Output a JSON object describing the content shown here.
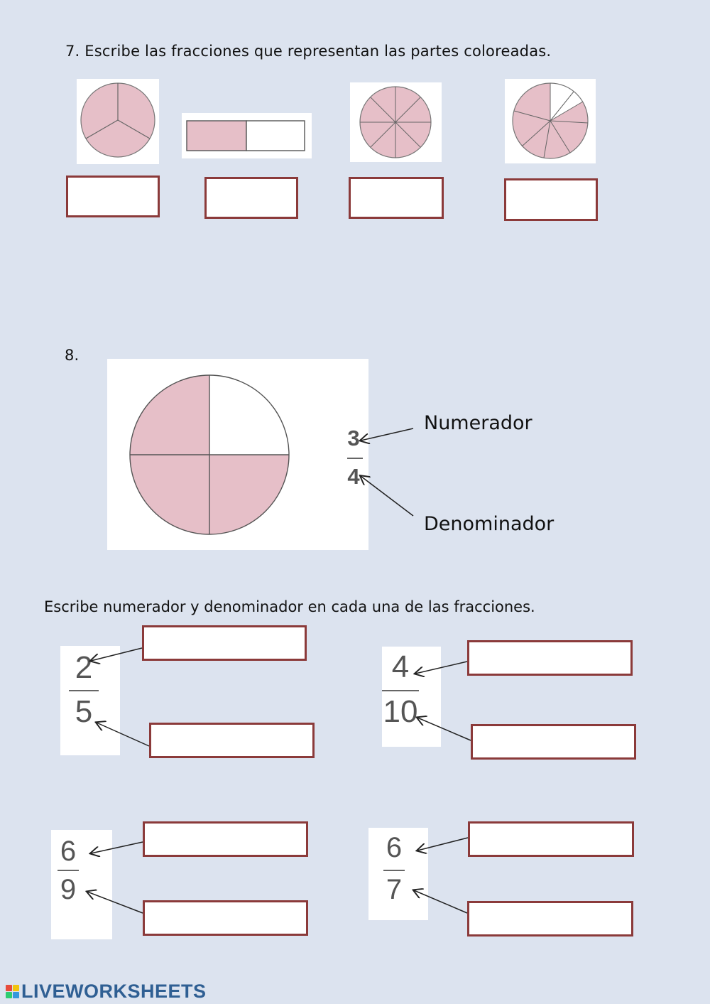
{
  "section7": {
    "title": "7.  Escribe las fracciones que representan las partes coloreadas."
  },
  "section8": {
    "number": "8.",
    "example": {
      "numerator": "3",
      "denominator": "4",
      "numerator_label": "Numerador",
      "denominator_label": "Denominador"
    },
    "instruction": "Escribe numerador y denominador en cada una de las fracciones.",
    "fractions": [
      {
        "numerator": "2",
        "denominator": "5"
      },
      {
        "numerator": "4",
        "denominator": "10"
      },
      {
        "numerator": "6",
        "denominator": "9"
      },
      {
        "numerator": "6",
        "denominator": "7"
      }
    ]
  },
  "colors": {
    "background": "#dce3ef",
    "shade": "#e6bfc8",
    "box_border": "#8b3a3a",
    "logo": "#2f5f93"
  },
  "footer": {
    "brand": "LIVEWORKSHEETS"
  }
}
